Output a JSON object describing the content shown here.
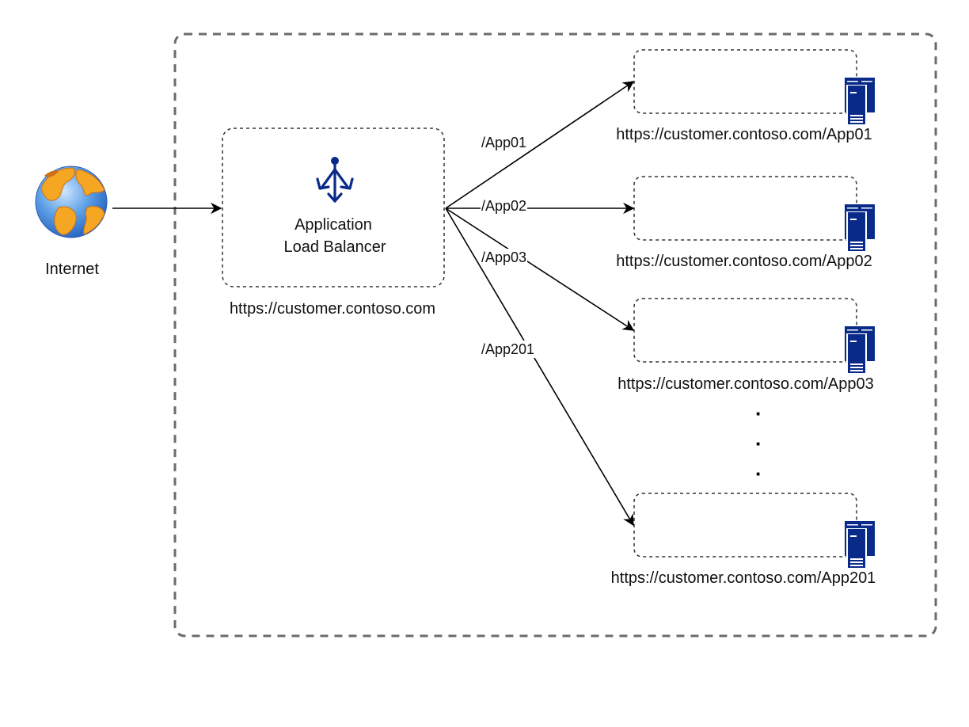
{
  "internet": {
    "label": "Internet",
    "icon": "globe-icon"
  },
  "load_balancer": {
    "title_line1": "Application",
    "title_line2": "Load Balancer",
    "url": "https://customer.contoso.com",
    "icon": "load-balancer-icon",
    "icon_color": "#0a2a8a"
  },
  "routes": [
    {
      "path": "/App01",
      "url": "https://customer.contoso.com/App01"
    },
    {
      "path": "/App02",
      "url": "https://customer.contoso.com/App02"
    },
    {
      "path": "/App03",
      "url": "https://customer.contoso.com/App03"
    },
    {
      "path": "/App201",
      "url": "https://customer.contoso.com/App201"
    }
  ],
  "ellipsis": [
    "·",
    "·",
    "·"
  ],
  "colors": {
    "server_blue": "#0a2a8a",
    "border_gray": "#6b6b6b",
    "globe_orange": "#f5a623",
    "globe_blue": "#4a90d9"
  }
}
